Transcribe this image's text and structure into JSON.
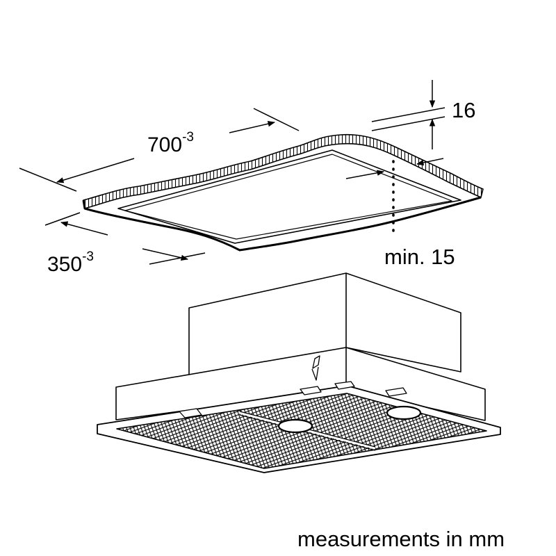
{
  "diagram": {
    "type": "technical-installation-drawing",
    "subject": "built-in ceiling range hood with ceiling cutout",
    "colors": {
      "line": "#000000",
      "background": "#ffffff"
    },
    "dimensions": {
      "width": {
        "value": "700",
        "tolerance": "-3"
      },
      "depth": {
        "value": "350",
        "tolerance": "-3"
      },
      "ceiling_thickness": {
        "value": "16"
      },
      "min_clearance": {
        "value": "min. 15"
      }
    },
    "footer": {
      "units_note": "measurements in mm"
    },
    "components": [
      {
        "name": "ceiling-cutout",
        "description": "rectangular opening in ceiling panel, shown with hatched section edge"
      },
      {
        "name": "hood-unit",
        "description": "box-shaped hood body with lower frame"
      },
      {
        "name": "grease-filters",
        "description": "two mesh filter panels on underside"
      },
      {
        "name": "lights",
        "description": "two round lamps on underside"
      },
      {
        "name": "mounting-clip",
        "description": "fixing clamp on front face"
      }
    ]
  }
}
